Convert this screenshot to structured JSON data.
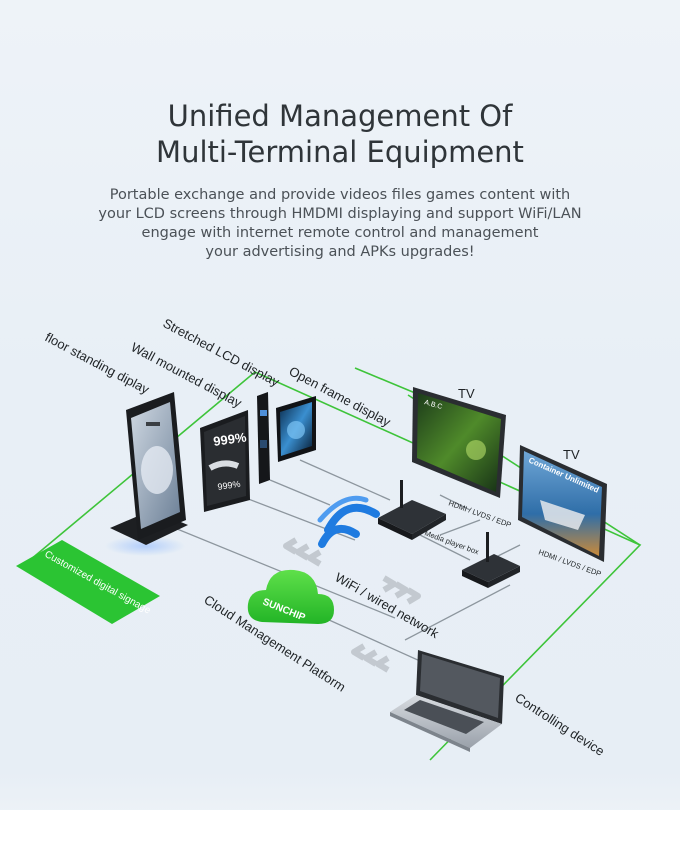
{
  "header": {
    "title_line1": "Unified Management Of",
    "title_line2": "Multi-Terminal Equipment",
    "desc_lines": [
      "Portable exchange and provide videos files  games content with",
      "your LCD screens through HMDMI displaying and support WiFi/LAN",
      "engage with internet remote control and management",
      "your advertising and APKs upgrades!"
    ]
  },
  "diagram": {
    "labels": {
      "floor_standing": "floor standing diplay",
      "wall_mounted": "Wall mounted display",
      "stretched_lcd": "Stretched LCD display",
      "open_frame": "Open frame display",
      "tv_1": "TV",
      "tv_2": "TV",
      "hdmi_1": "HDMI / LVDS / EDP",
      "hdmi_2": "HDMI / LVDS / EDP",
      "media_player_box": "Media player box",
      "customized_signage": "Customized digital signage",
      "wifi_network": "WiFi / wired network",
      "cloud_platform": "Cloud Management Platform",
      "controlling_device": "Controlling device",
      "cloud_brand": "SUNCHIP"
    },
    "screen_texts": {
      "wall_display_number": "999%",
      "wall_display_number_2": "999%",
      "tv2_title": "Container Unlimited",
      "tv1_logo": "A.B.C"
    },
    "colors": {
      "accent_green": "#2bc433",
      "outline_green": "#3ec43a",
      "wifi_blue": "#1f7be0",
      "title_gray": "#2f3539"
    }
  }
}
